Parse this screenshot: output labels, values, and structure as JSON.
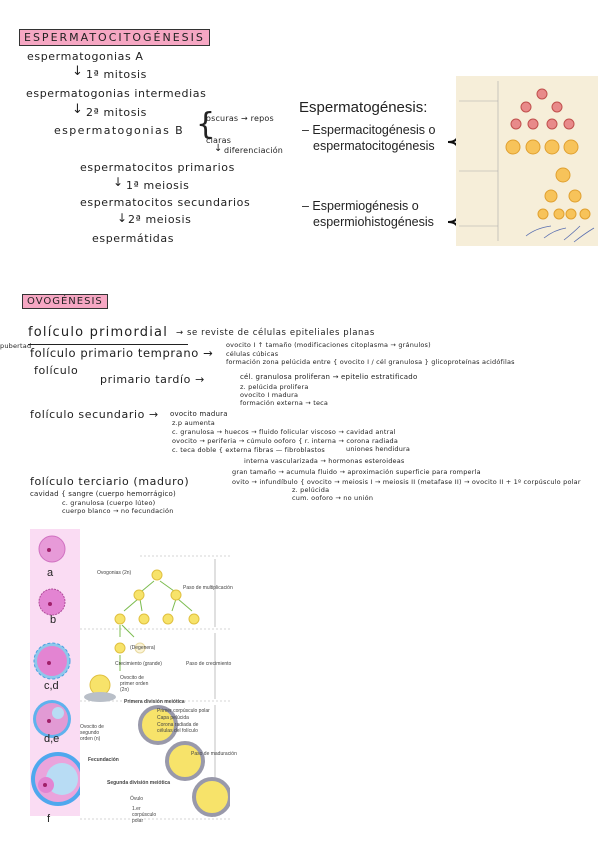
{
  "spermato": {
    "title": "ESPERMATOCITOGÉNESIS",
    "lines": [
      "espermatogonias A",
      "1ª mitosis",
      "espermatogonias intermedias",
      "2ª mitosis",
      "espermatogonias B",
      "oscuras → repos",
      "claras",
      "diferenciación",
      "espermatocitos primarios",
      "1ª meiosis",
      "espermatocitos secundarios",
      "2ª meiosis",
      "espermátidas"
    ],
    "slide": {
      "heading": "Espermatogénesis:",
      "item1_a": "– Espermacitogénesis o",
      "item1_b": "espermatocitogénesis",
      "item2_a": "– Espermiogénesis o",
      "item2_b": "espermiohistogénesis"
    }
  },
  "ovo": {
    "title": "OVOGÉNESIS",
    "lines": [
      "folículo primordial",
      "→ se reviste de células epiteliales planas",
      "pubertad",
      "folículo primario temprano →",
      "ovocito I ↑ tamaño (modificaciones citoplasma → gránulos)",
      "células cúbicas",
      "formación zona pelúcida entre { ovocito I / cél granulosa } glicoproteínas acidófilas",
      "folículo",
      "primario tardío →",
      "cél. granulosa proliferan → epitelio estratificado",
      "z. pelúcida prolifera",
      "ovocito I madura",
      "formación externa → teca",
      "folículo secundario →",
      "ovocito madura",
      "z.p aumenta",
      "c. granulosa → huecos → fluido folicular viscoso → cavidad antral",
      "ovocito → periferia → cúmulo ooforo { r. interna → corona radiada",
      "uniones hendidura",
      "c. teca doble { externa fibras — fibroblastos",
      "interna vascularizada → hormonas esteroideas",
      "folículo terciario (maduro)",
      "gran tamaño → acumula fluido → aproximación superficie para romperla",
      "ovito → infundíbulo { ovocito → meiosis I → meiosis II (metafase II) → ovocito II + 1º corpúsculo polar",
      "z. pelúcida",
      "cum. ooforo → no unión",
      "cavidad { sangre (cuerpo hemorrágico)",
      "c. granulosa (cuerpo lúteo)",
      "cuerpo blanco → no fecundación"
    ],
    "figure": {
      "letters": [
        "a",
        "b",
        "c,d",
        "d,e",
        "f"
      ],
      "labels": [
        "Ovogonias (2n)",
        "Paso de multiplicación",
        "(Degenera)",
        "Crecimiento (grande)",
        "Paso de crecimiento",
        "Ovocito de primer orden (2n)",
        "Primera división meiótica",
        "Primer corpúsculo polar",
        "Capa pelúcida",
        "Corona radiada de células del folículo",
        "Ovocito de segundo orden (n)",
        "Fecundación",
        "Paso de maduración",
        "Segunda división meiótica",
        "Óvulo",
        "1.er corpúsculo polar"
      ]
    }
  },
  "colors": {
    "title_bg": "#f6a7c3",
    "cell_pink": "#e070c8",
    "cell_yellow": "#f7e36a",
    "sperm_cell": "#e88a8a"
  }
}
